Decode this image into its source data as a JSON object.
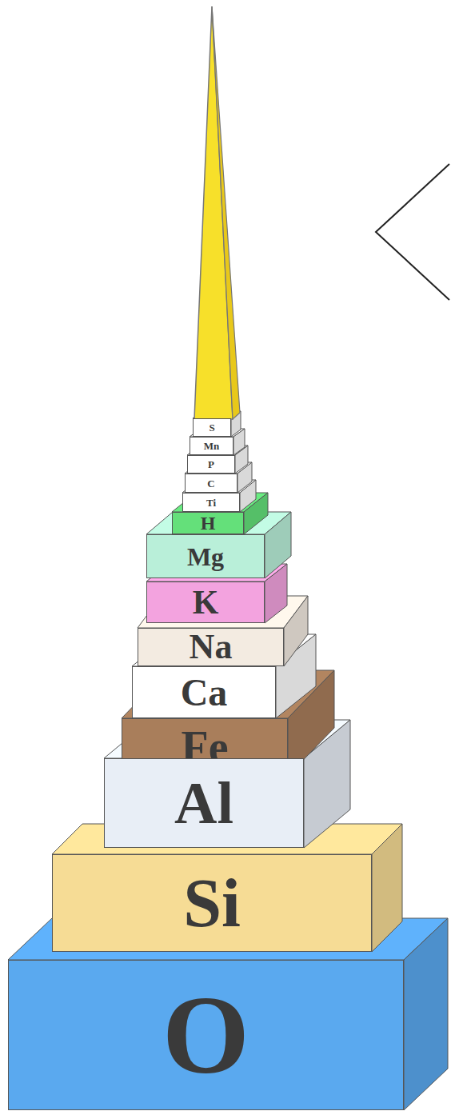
{
  "diagram": {
    "nodes": [
      {
        "text": [
          "S"
        ]
      },
      {
        "text": [
          "Mn"
        ]
      },
      {
        "text": [
          "P"
        ]
      },
      {
        "text": [
          "C"
        ]
      },
      {
        "text": [
          "Ti"
        ]
      },
      {
        "text": [
          "H"
        ]
      },
      {
        "text": [
          "Mg"
        ]
      },
      {
        "text": [
          "K"
        ]
      },
      {
        "text": [
          "Na"
        ]
      },
      {
        "text": [
          "Ca"
        ]
      },
      {
        "text": [
          "Fe"
        ]
      },
      {
        "text": [
          "Al"
        ]
      },
      {
        "text": [
          "Si"
        ]
      },
      {
        "text": [
          "O"
        ]
      }
    ]
  }
}
